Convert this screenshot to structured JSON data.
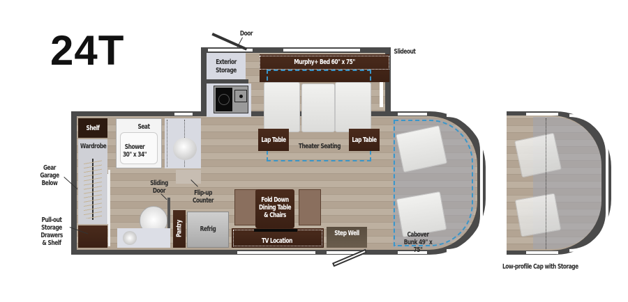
{
  "model": {
    "name": "24T"
  },
  "labels": {
    "door_top": "Door",
    "exterior_storage": "Exterior Storage",
    "murphy_bed": "Murphy+ Bed 60\" x 75\"",
    "slideout": "Slideout",
    "shelf": "Shelf",
    "wardrobe": "Wardrobe",
    "gear_garage": "Gear Garage Below",
    "seat": "Seat",
    "shower": "Shower 30\" x 34\"",
    "sliding_door": "Sliding Door",
    "flip_up_counter": "Flip-up Counter",
    "pull_out_storage": "Pull-out Storage Drawers & Shelf",
    "pantry": "Pantry",
    "refrig": "Refrig",
    "lap_table_left": "Lap Table",
    "lap_table_right": "Lap Table",
    "theater_seating": "Theater Seating",
    "fold_down_dining": "Fold Down Dining Table & Chairs",
    "tv_location": "TV Location",
    "step_well": "Step Well",
    "cabover_bunk": "Cabover Bunk 49\" x 75\"",
    "low_profile_cap": "Low-profile Cap with Storage"
  },
  "colors": {
    "wall": "#4a4a4a",
    "floor": "#b3a493",
    "wood": "#4a2b1c",
    "bed_outline": "#3a96c9",
    "panel": "#d7d9e2"
  }
}
